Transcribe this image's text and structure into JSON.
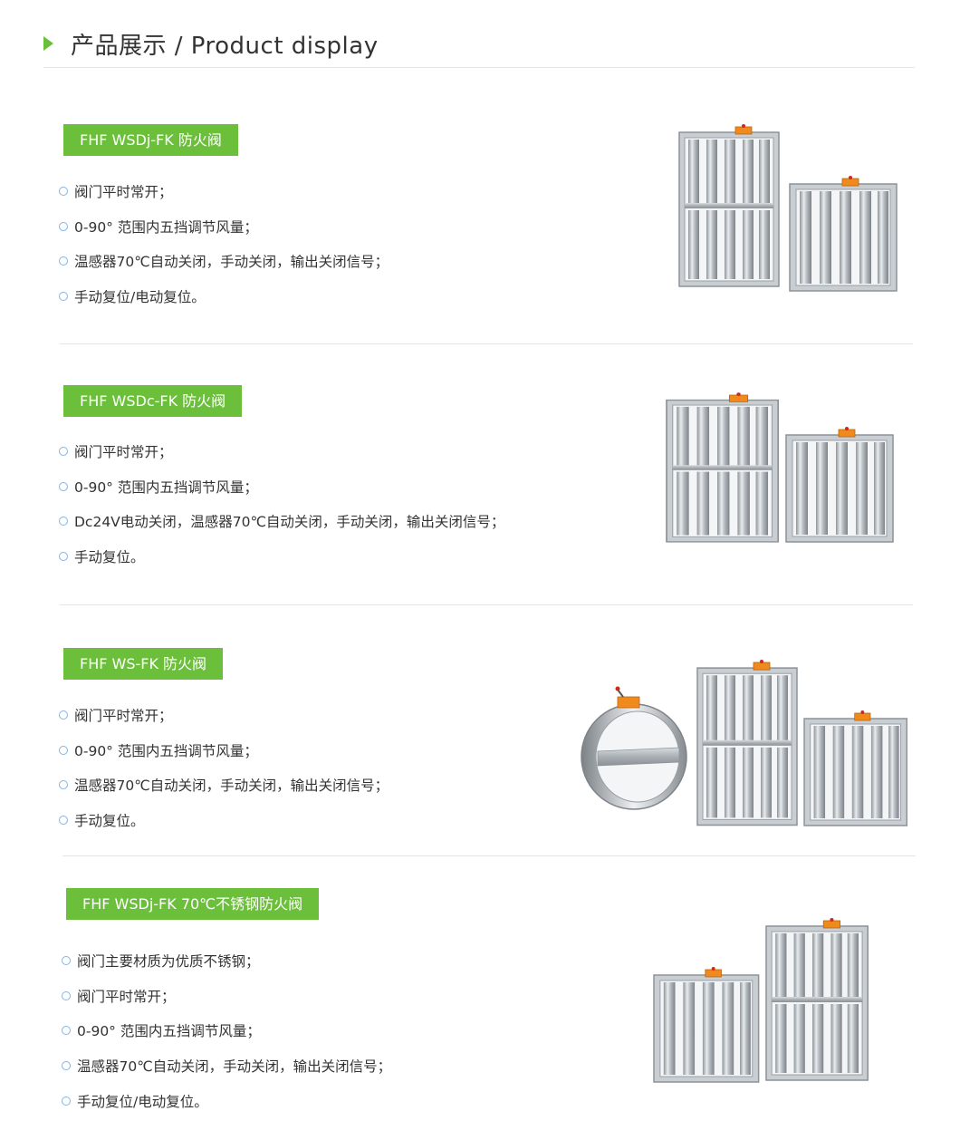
{
  "header": {
    "title": "产品展示 / Product display",
    "accent_color": "#6cbf3a",
    "icon": "triangle-right-icon"
  },
  "products": [
    {
      "tag": "FHF WSDj-FK 防火阀",
      "features": [
        "阀门平时常开；",
        "0-90°  范围内五挡调节风量；",
        "温感器70℃自动关闭，手动关闭，输出关闭信号；",
        "手动复位/电动复位。"
      ],
      "image": "two rectangular fire dampers"
    },
    {
      "tag": "FHF WSDc-FK 防火阀",
      "features": [
        "阀门平时常开；",
        "0-90°  范围内五挡调节风量；",
        "Dc24V电动关闭，温感器70℃自动关闭，手动关闭，输出关闭信号；",
        "手动复位。"
      ],
      "image": "two rectangular fire dampers"
    },
    {
      "tag": "FHF WS-FK 防火阀",
      "features": [
        "阀门平时常开；",
        "0-90°  范围内五挡调节风量；",
        "温感器70℃自动关闭，手动关闭，输出关闭信号；",
        "手动复位。"
      ],
      "image": "round fire damper and two rectangular fire dampers"
    },
    {
      "tag": "FHF WSDj-FK 70℃不锈钢防火阀",
      "features": [
        "阀门主要材质为优质不锈钢；",
        "阀门平时常开；",
        "0-90°  范围内五挡调节风量；",
        "温感器70℃自动关闭，手动关闭，输出关闭信号；",
        "手动复位/电动复位。"
      ],
      "image": "two stainless steel fire dampers"
    }
  ]
}
